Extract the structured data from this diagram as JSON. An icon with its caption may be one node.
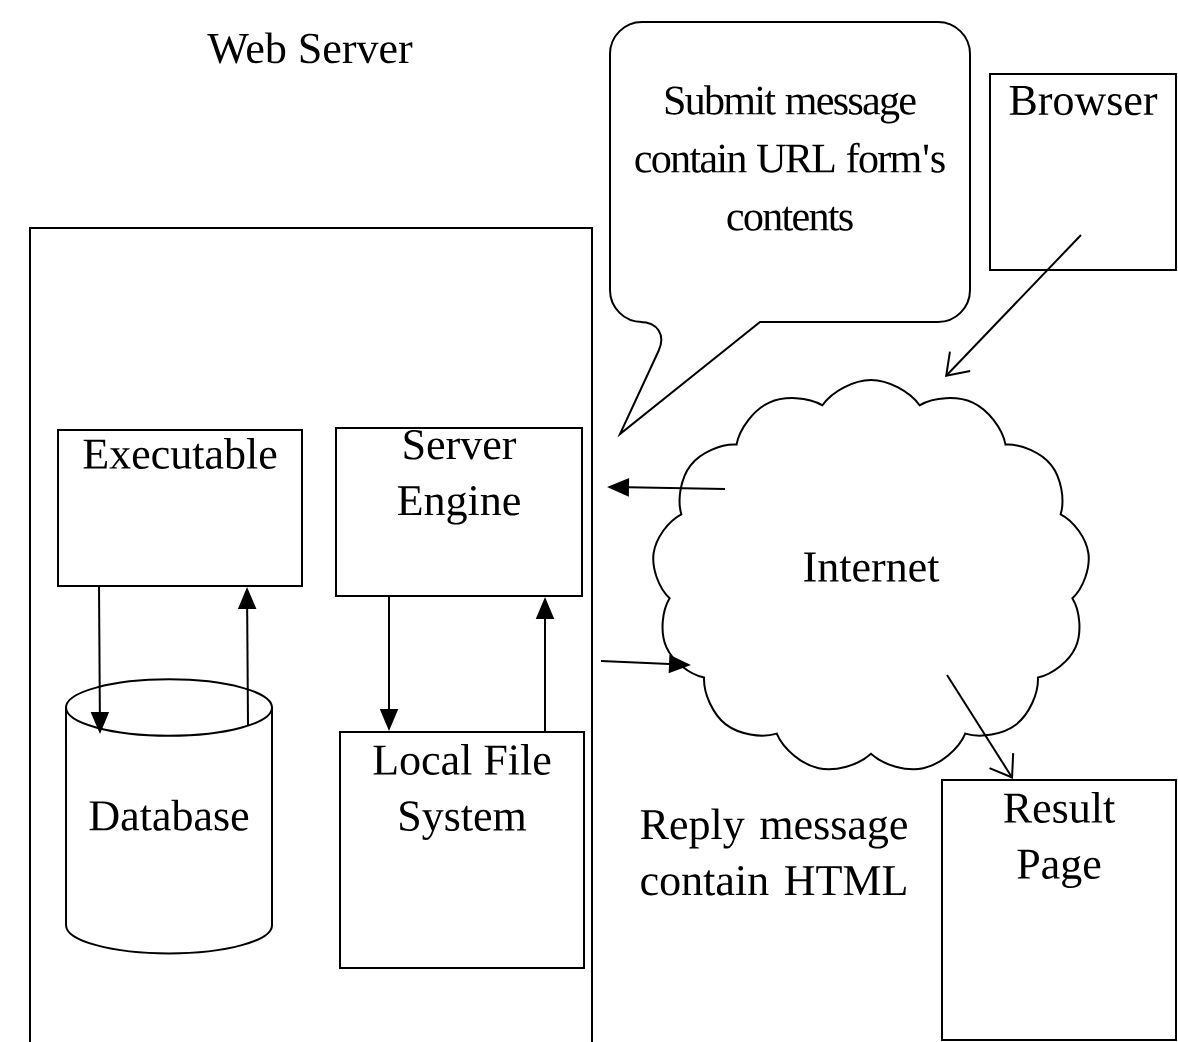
{
  "diagram": {
    "nodes": [
      {
        "text": [
          "Web Server"
        ]
      },
      {
        "text": [
          "Submit message contain URL form's contents"
        ]
      },
      {
        "text": [
          "Browser"
        ]
      },
      {
        "text": [
          "Executable"
        ],
        "in": 0
      },
      {
        "text": [
          "Server Engine"
        ],
        "in": 0
      },
      {
        "text": [
          "Internet"
        ]
      },
      {
        "text": [
          "Database"
        ],
        "in": 0
      },
      {
        "text": [
          "Local File System"
        ],
        "in": 0
      },
      {
        "text": [
          "Result Page"
        ]
      }
    ],
    "edges": [
      {
        "from": 3,
        "to": 6,
        "arrow": "to"
      },
      {
        "from": 6,
        "to": 3,
        "arrow": "to"
      },
      {
        "from": 4,
        "to": 7,
        "arrow": "to"
      },
      {
        "from": 7,
        "to": 4,
        "arrow": "to"
      },
      {
        "from": 2,
        "to": 5,
        "arrow": "to"
      },
      {
        "from": 5,
        "to": 4,
        "arrow": "to"
      },
      {
        "from": 0,
        "to": 5,
        "arrow": "to"
      },
      {
        "from": 5,
        "to": 8,
        "arrow": "to"
      }
    ],
    "labels": [
      "Reply message contain HTML"
    ]
  }
}
